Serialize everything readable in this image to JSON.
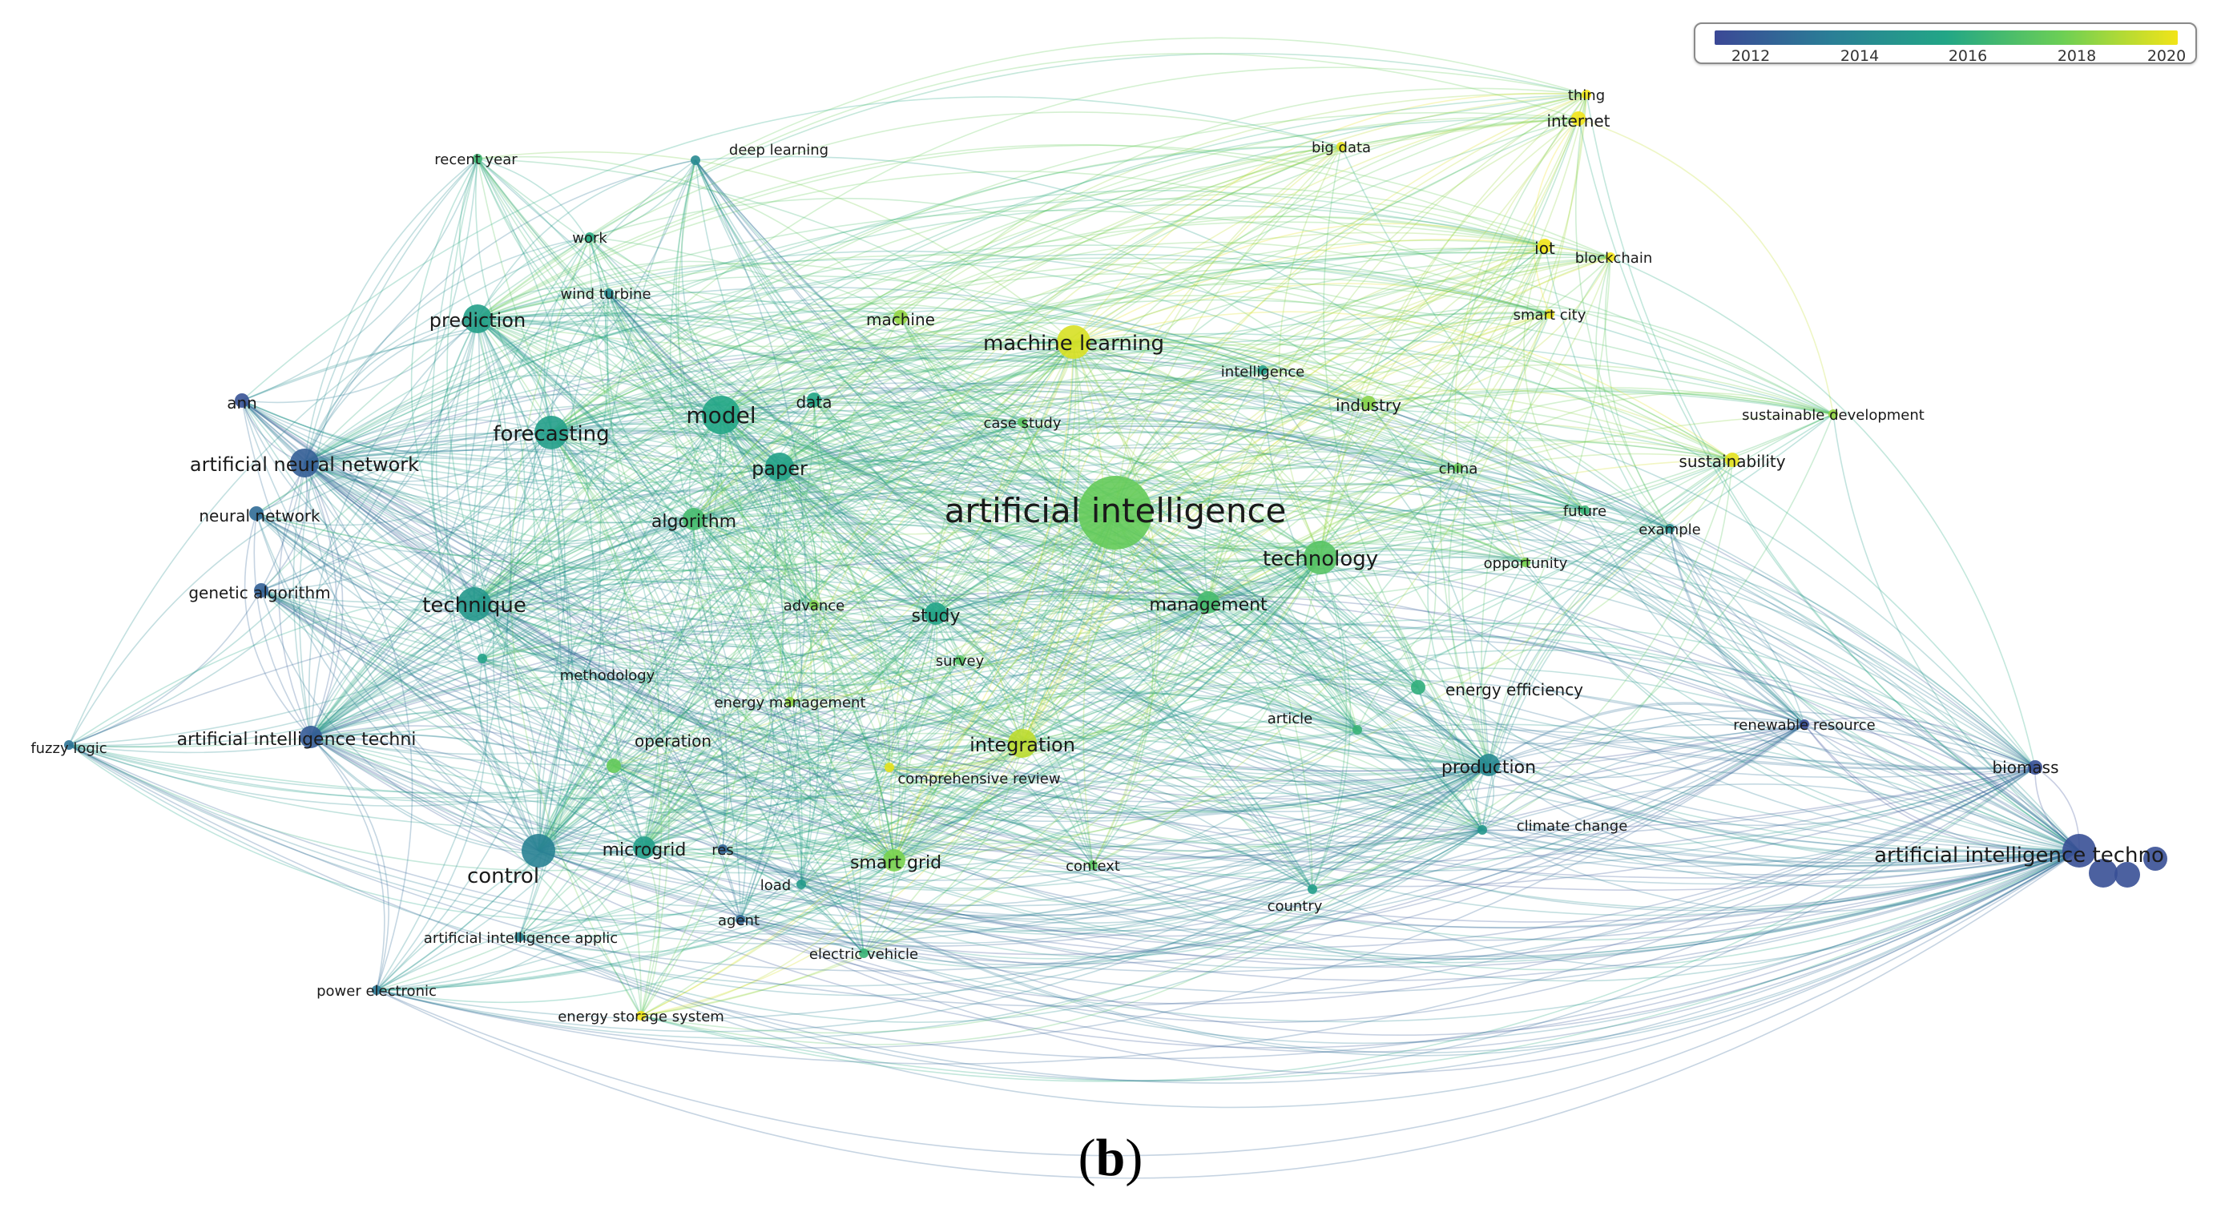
{
  "figure": {
    "panel_label_open": "(",
    "panel_label_letter": "b",
    "panel_label_close": ")"
  },
  "legend": {
    "ticks": [
      "2012",
      "2014",
      "2016",
      "2018",
      "2020"
    ],
    "colors": [
      "#3b4896",
      "#2a7e96",
      "#22a686",
      "#6ccf55",
      "#f2e418"
    ]
  },
  "nodes": [
    {
      "id": "artificial intelligence",
      "label": "artificial intelligence",
      "year": 2017.8,
      "weight": 10
    },
    {
      "id": "artificial intelligence techno",
      "label": "artificial intelligence techno",
      "year": 2012.3,
      "weight": 5
    },
    {
      "id": "model",
      "label": "model",
      "year": 2016.0,
      "weight": 6
    },
    {
      "id": "forecasting",
      "label": "forecasting",
      "year": 2015.6,
      "weight": 5
    },
    {
      "id": "prediction",
      "label": "prediction",
      "year": 2015.7,
      "weight": 4
    },
    {
      "id": "technique",
      "label": "technique",
      "year": 2015.3,
      "weight": 5
    },
    {
      "id": "control",
      "label": "control",
      "year": 2014.2,
      "weight": 5
    },
    {
      "id": "technology",
      "label": "technology",
      "year": 2017.4,
      "weight": 5
    },
    {
      "id": "machine learning",
      "label": "machine learning",
      "year": 2019.6,
      "weight": 5
    },
    {
      "id": "integration",
      "label": "integration",
      "year": 2019.2,
      "weight": 4
    },
    {
      "id": "paper",
      "label": "paper",
      "year": 2015.8,
      "weight": 4
    },
    {
      "id": "algorithm",
      "label": "algorithm",
      "year": 2017.0,
      "weight": 3
    },
    {
      "id": "study",
      "label": "study",
      "year": 2015.9,
      "weight": 3
    },
    {
      "id": "production",
      "label": "production",
      "year": 2014.6,
      "weight": 3
    },
    {
      "id": "artificial neural network",
      "label": "artificial neural network",
      "year": 2012.8,
      "weight": 4
    },
    {
      "id": "artificial intelligence techni",
      "label": "artificial intelligence techni",
      "year": 2012.7,
      "weight": 3
    },
    {
      "id": "microgrid",
      "label": "microgrid",
      "year": 2015.6,
      "weight": 3
    },
    {
      "id": "smart grid",
      "label": "smart grid",
      "year": 2018.2,
      "weight": 3
    },
    {
      "id": "management",
      "label": "management",
      "year": 2017.0,
      "weight": 3
    },
    {
      "id": "machine",
      "label": "machine",
      "year": 2018.6,
      "weight": 2
    },
    {
      "id": "data",
      "label": "data",
      "year": 2016.0,
      "weight": 2
    },
    {
      "id": "industry",
      "label": "industry",
      "year": 2018.4,
      "weight": 2
    },
    {
      "id": "energy efficiency",
      "label": "energy efficiency",
      "year": 2016.4,
      "weight": 2
    },
    {
      "id": "ann",
      "label": "ann",
      "year": 2012.4,
      "weight": 2
    },
    {
      "id": "neural network",
      "label": "neural network",
      "year": 2013.3,
      "weight": 2
    },
    {
      "id": "genetic algorithm",
      "label": "genetic algorithm",
      "year": 2012.9,
      "weight": 2
    },
    {
      "id": "fuzzy logic",
      "label": "fuzzy logic",
      "year": 2013.6,
      "weight": 1
    },
    {
      "id": "recent year",
      "label": "recent year",
      "year": 2016.8,
      "weight": 1
    },
    {
      "id": "deep learning",
      "label": "deep learning",
      "year": 2014.6,
      "weight": 1
    },
    {
      "id": "work",
      "label": "work",
      "year": 2016.2,
      "weight": 1
    },
    {
      "id": "wind turbine",
      "label": "wind turbine",
      "year": 2014.6,
      "weight": 1
    },
    {
      "id": "thing",
      "label": "thing",
      "year": 2020.0,
      "weight": 1
    },
    {
      "id": "internet",
      "label": "internet",
      "year": 2020.0,
      "weight": 2
    },
    {
      "id": "big data",
      "label": "big data",
      "year": 2019.8,
      "weight": 1
    },
    {
      "id": "iot",
      "label": "iot",
      "year": 2020.0,
      "weight": 2
    },
    {
      "id": "blockchain",
      "label": "blockchain",
      "year": 2020.0,
      "weight": 1
    },
    {
      "id": "smart city",
      "label": "smart city",
      "year": 2019.9,
      "weight": 1
    },
    {
      "id": "intelligence",
      "label": "intelligence",
      "year": 2015.6,
      "weight": 1
    },
    {
      "id": "case study",
      "label": "case study",
      "year": 2017.6,
      "weight": 1
    },
    {
      "id": "sustainable development",
      "label": "sustainable development",
      "year": 2018.6,
      "weight": 1
    },
    {
      "id": "sustainability",
      "label": "sustainability",
      "year": 2019.8,
      "weight": 2
    },
    {
      "id": "china",
      "label": "china",
      "year": 2017.9,
      "weight": 1
    },
    {
      "id": "future",
      "label": "future",
      "year": 2016.6,
      "weight": 1
    },
    {
      "id": "example",
      "label": "example",
      "year": 2014.8,
      "weight": 1
    },
    {
      "id": "opportunity",
      "label": "opportunity",
      "year": 2018.2,
      "weight": 1
    },
    {
      "id": "advance",
      "label": "advance",
      "year": 2018.3,
      "weight": 1
    },
    {
      "id": "survey",
      "label": "survey",
      "year": 2017.4,
      "weight": 1
    },
    {
      "id": "methodology",
      "label": "methodology",
      "year": 2015.8,
      "weight": 1
    },
    {
      "id": "energy management",
      "label": "energy management",
      "year": 2018.6,
      "weight": 1
    },
    {
      "id": "operation",
      "label": "operation",
      "year": 2017.8,
      "weight": 2
    },
    {
      "id": "comprehensive review",
      "label": "comprehensive review",
      "year": 2019.8,
      "weight": 1
    },
    {
      "id": "article",
      "label": "article",
      "year": 2016.6,
      "weight": 1
    },
    {
      "id": "renewable resource",
      "label": "renewable resource",
      "year": 2012.2,
      "weight": 1
    },
    {
      "id": "biomass",
      "label": "biomass",
      "year": 2012.3,
      "weight": 2
    },
    {
      "id": "climate change",
      "label": "climate change",
      "year": 2015.2,
      "weight": 1
    },
    {
      "id": "res",
      "label": "res",
      "year": 2013.0,
      "weight": 1
    },
    {
      "id": "load",
      "label": "load",
      "year": 2015.4,
      "weight": 1
    },
    {
      "id": "agent",
      "label": "agent",
      "year": 2013.2,
      "weight": 1
    },
    {
      "id": "context",
      "label": "context",
      "year": 2017.6,
      "weight": 1
    },
    {
      "id": "country",
      "label": "country",
      "year": 2015.6,
      "weight": 1
    },
    {
      "id": "artificial intelligence applic",
      "label": "artificial intelligence applic",
      "year": 2014.4,
      "weight": 1
    },
    {
      "id": "electric vehicle",
      "label": "electric vehicle",
      "year": 2016.6,
      "weight": 1
    },
    {
      "id": "power electronic",
      "label": "power electronic",
      "year": 2013.8,
      "weight": 1
    },
    {
      "id": "energy storage system",
      "label": "energy storage system",
      "year": 2020.0,
      "weight": 1
    }
  ]
}
